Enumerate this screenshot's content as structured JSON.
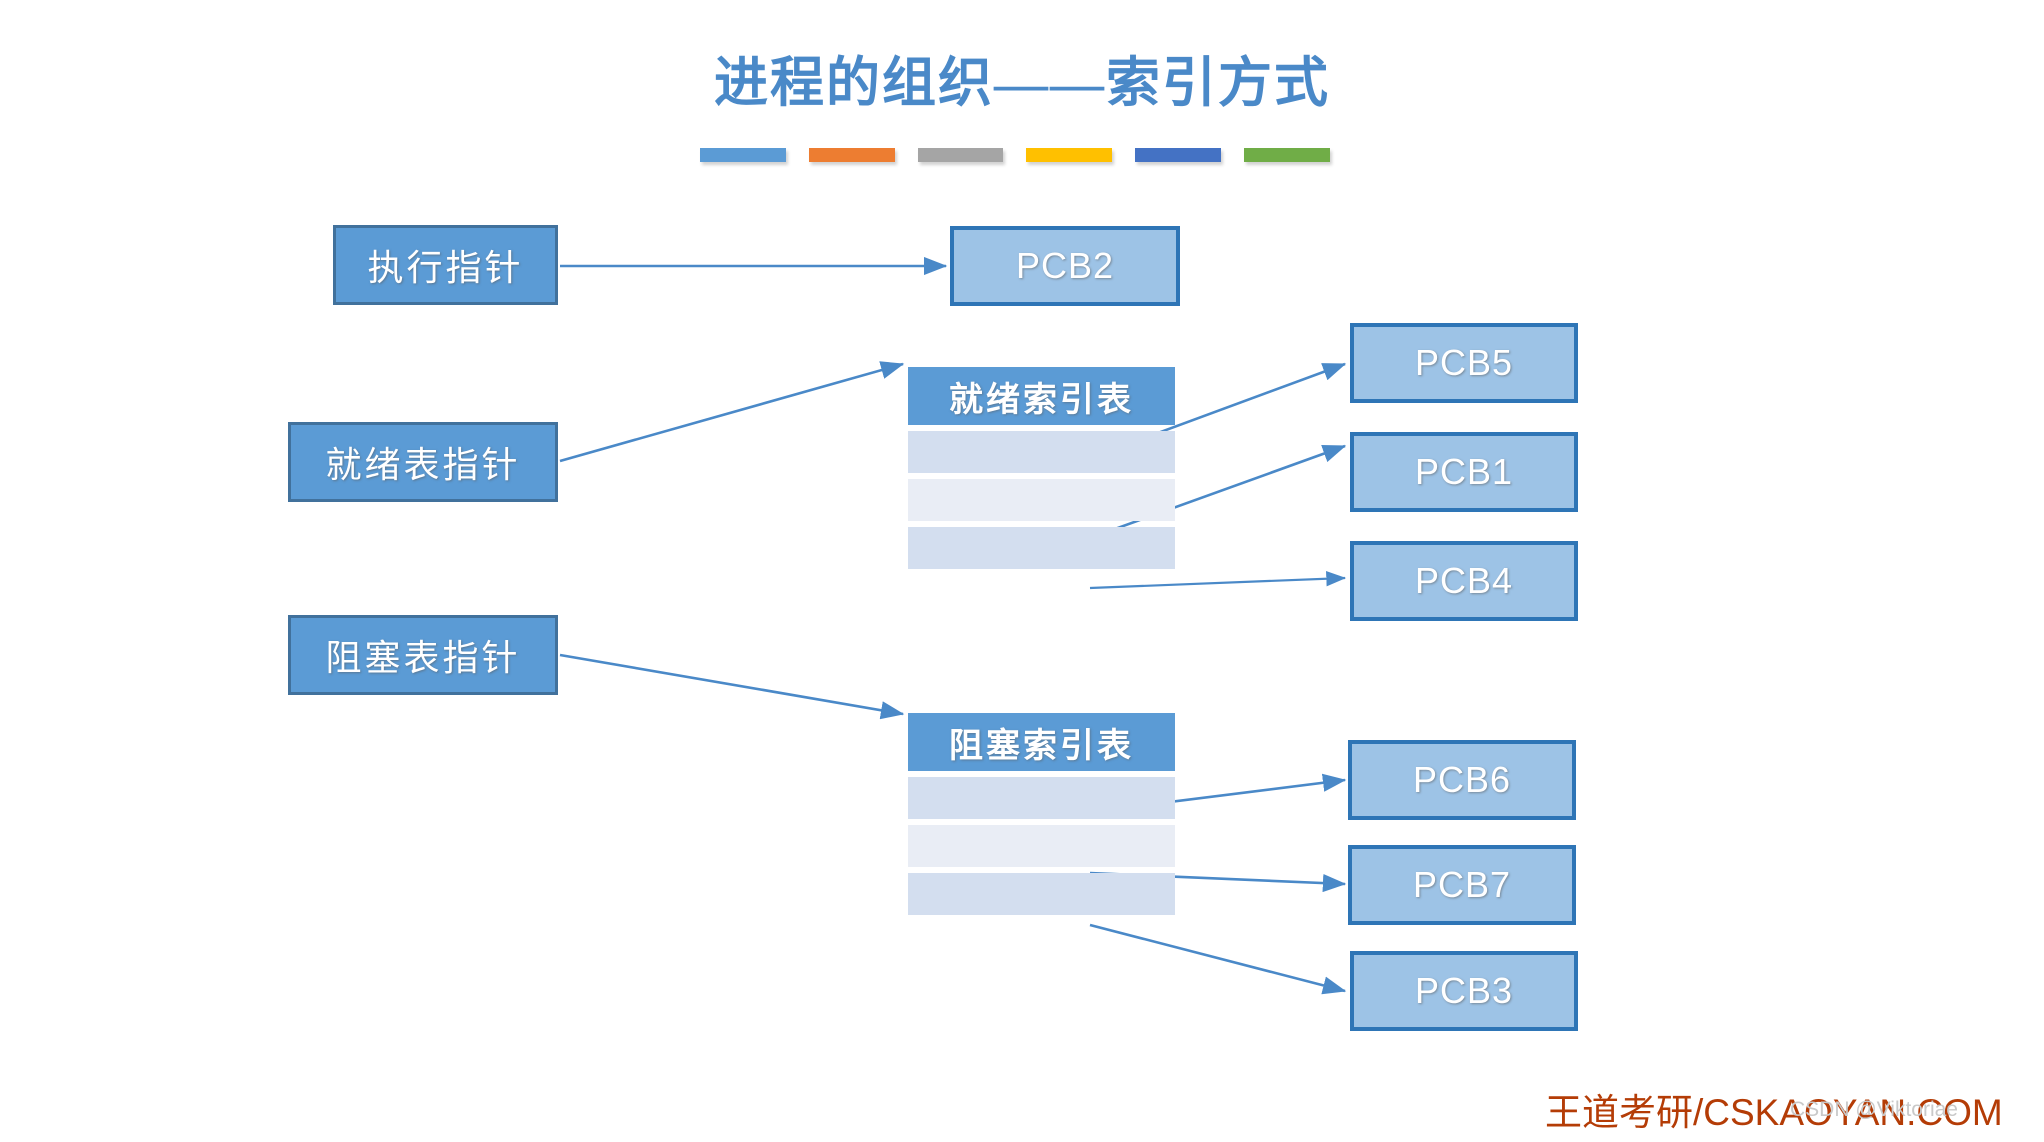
{
  "slide": {
    "title": "进程的组织——索引方式",
    "title_color": "#4A89C8",
    "background": "#ffffff",
    "accent_bars": [
      {
        "name": "bar-blue",
        "color": "#5B9BD5"
      },
      {
        "name": "bar-orange",
        "color": "#ED7D31"
      },
      {
        "name": "bar-gray",
        "color": "#A5A5A5"
      },
      {
        "name": "bar-yellow",
        "color": "#FFC000"
      },
      {
        "name": "bar-dark-blue",
        "color": "#4472C4"
      },
      {
        "name": "bar-green",
        "color": "#70AD47"
      }
    ]
  },
  "pointers": {
    "running": "执行指针",
    "ready": "就绪表指针",
    "blocked": "阻塞表指针"
  },
  "tables": {
    "ready": {
      "header": "就绪索引表",
      "rows": [
        "",
        "",
        ""
      ]
    },
    "blocked": {
      "header": "阻塞索引表",
      "rows": [
        "",
        "",
        ""
      ]
    }
  },
  "pcbs": {
    "running": "PCB2",
    "ready": [
      "PCB5",
      "PCB1",
      "PCB4"
    ],
    "blocked": [
      "PCB6",
      "PCB7",
      "PCB3"
    ]
  },
  "footer": {
    "brand": "王道考研/CSKAOYAN.COM",
    "brand_color": "#B43C06",
    "watermark": "CSDN @Viktoriae"
  },
  "theme": {
    "pointer_fill": "#5B9BD5",
    "pointer_border": "#41719C",
    "pcb_fill": "#9DC3E6",
    "pcb_border": "#2E75B6",
    "table_header_fill": "#5B9BD5",
    "table_row_shade_a": "#D3DEEF",
    "table_row_shade_b": "#E9EDF5",
    "arrow_color": "#4A89C8"
  }
}
